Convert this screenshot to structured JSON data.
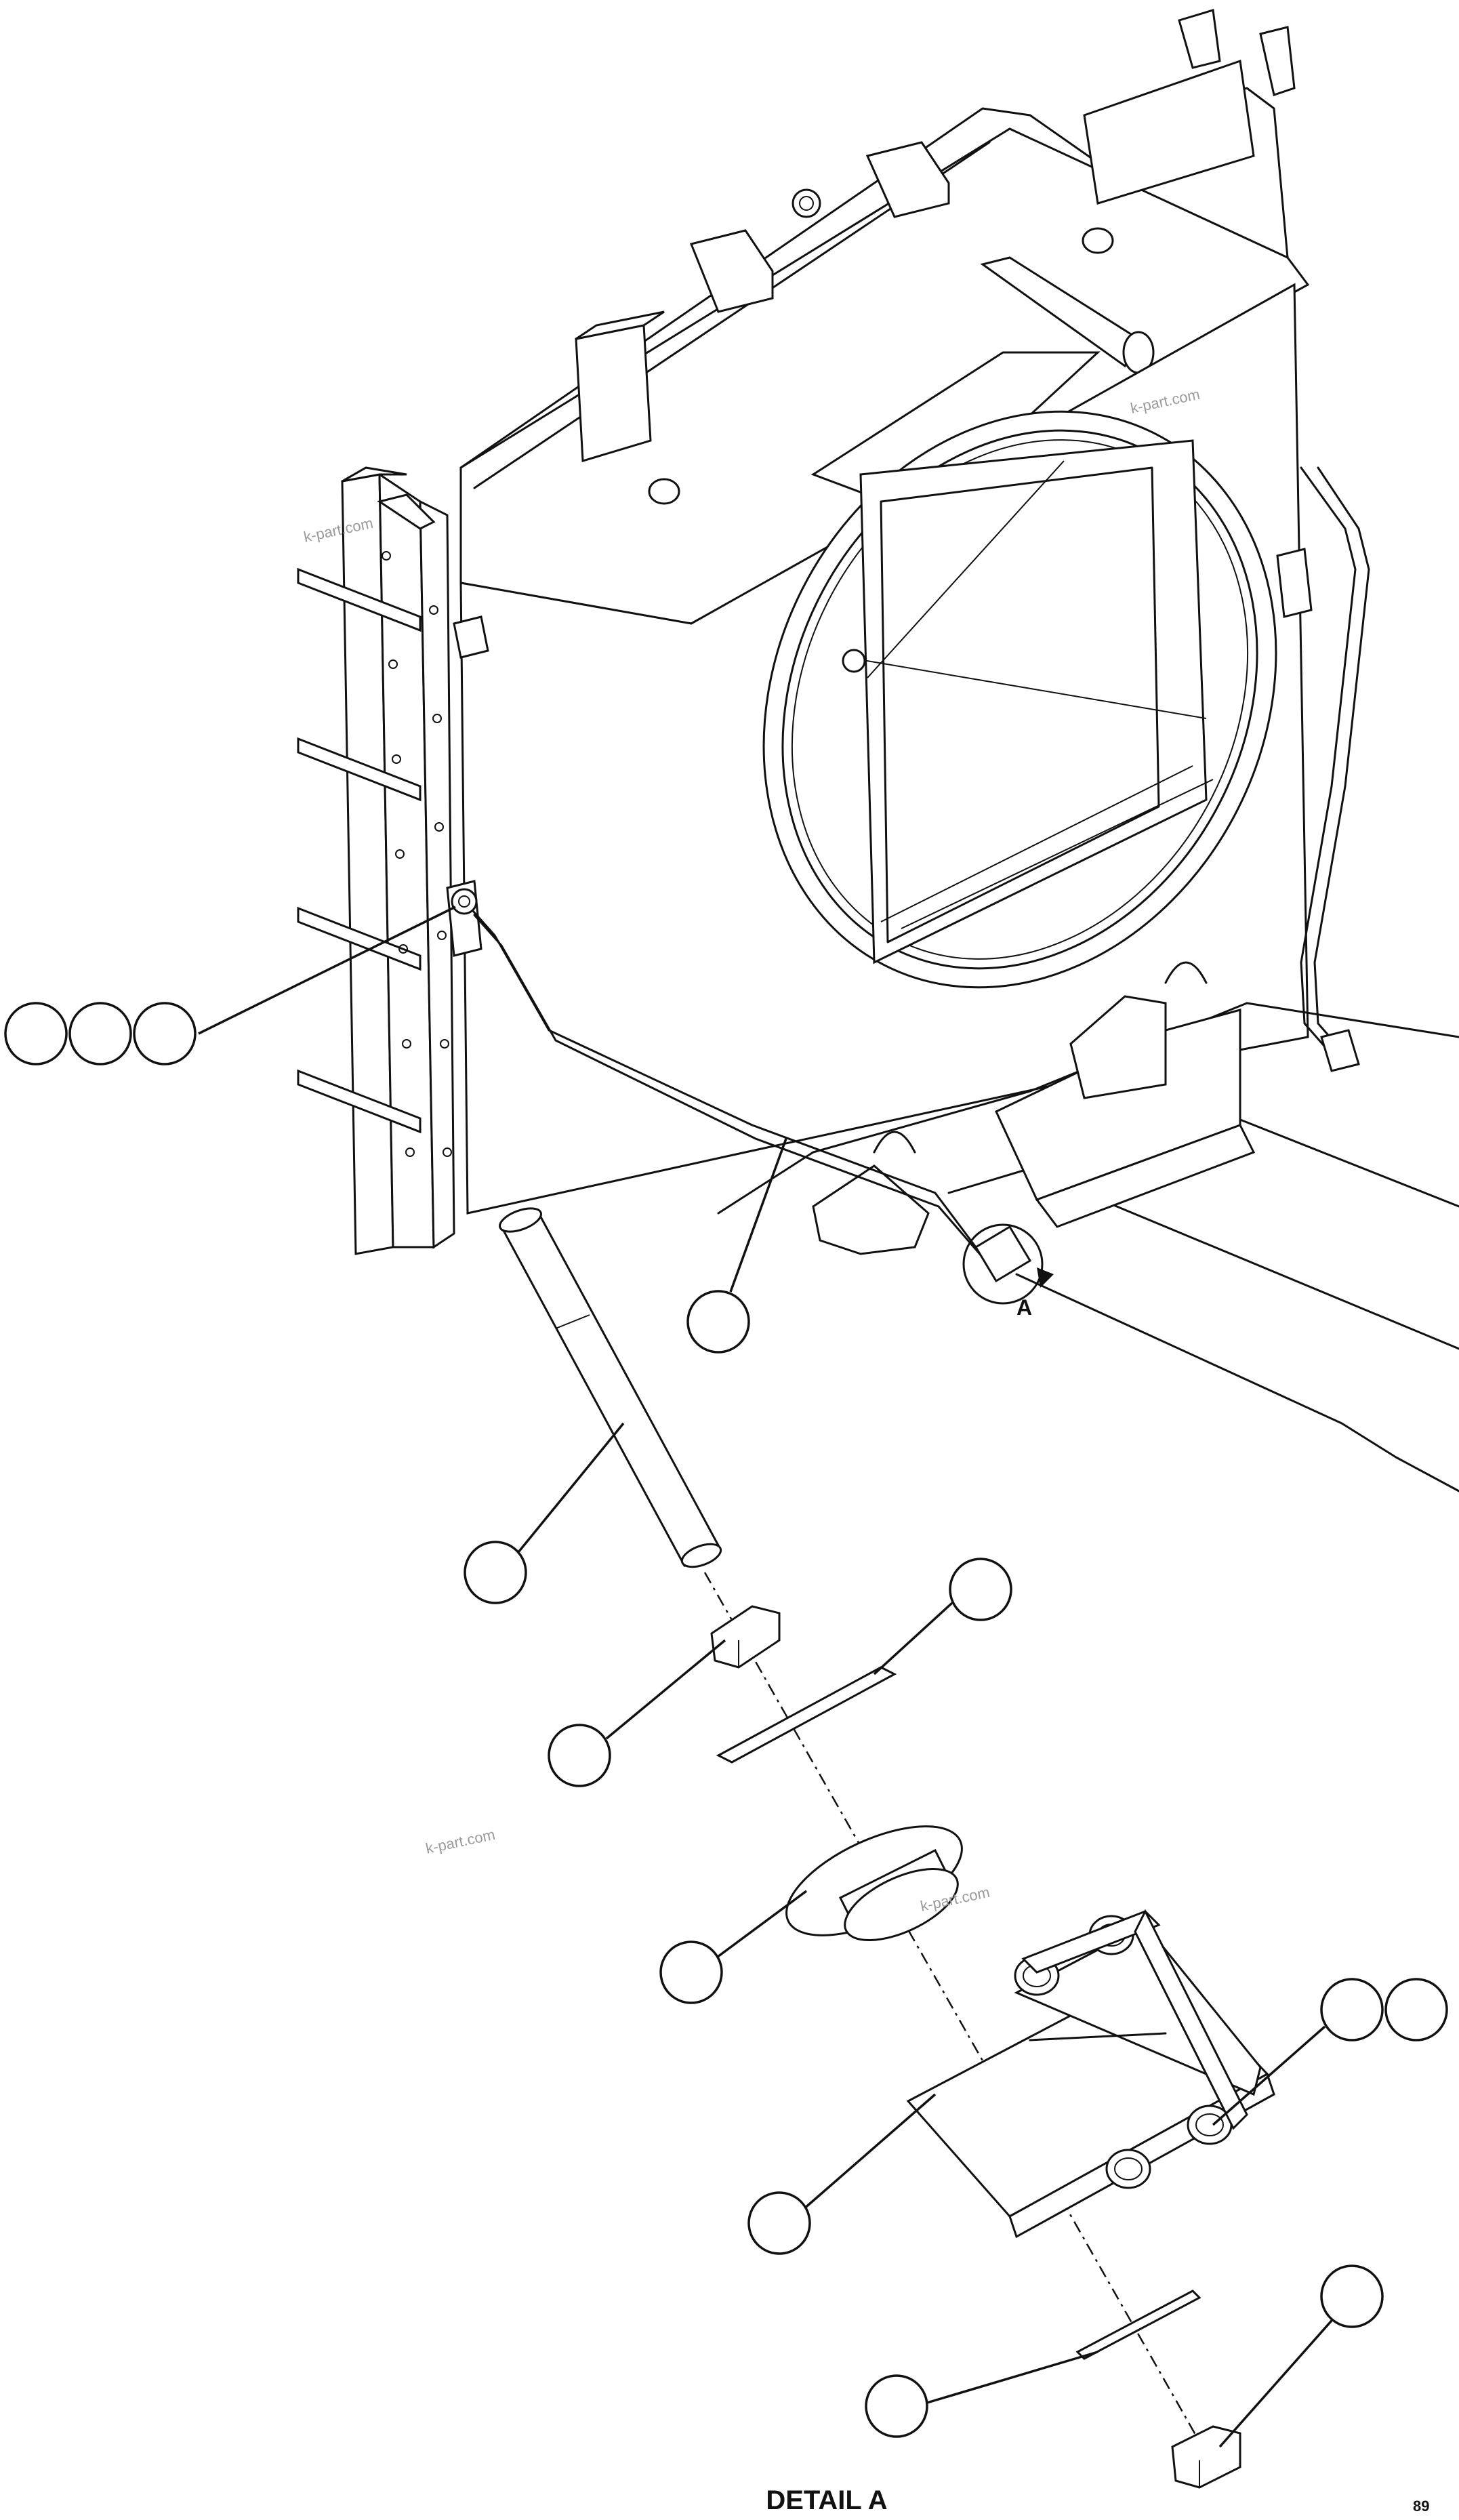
{
  "drawing": {
    "view_marker": "A",
    "detail_title": "DETAIL A",
    "sheet_code": "89",
    "watermark": "k-part.com"
  },
  "callouts": [
    {
      "id": "c1",
      "text": ""
    },
    {
      "id": "c2",
      "text": ""
    },
    {
      "id": "c3",
      "text": ""
    },
    {
      "id": "c4",
      "text": ""
    },
    {
      "id": "c5",
      "text": ""
    },
    {
      "id": "c6",
      "text": ""
    },
    {
      "id": "c7",
      "text": ""
    },
    {
      "id": "c8",
      "text": ""
    },
    {
      "id": "c9",
      "text": ""
    },
    {
      "id": "c10",
      "text": ""
    },
    {
      "id": "c11",
      "text": ""
    },
    {
      "id": "c12",
      "text": ""
    },
    {
      "id": "c13",
      "text": ""
    },
    {
      "id": "c14",
      "text": ""
    }
  ]
}
